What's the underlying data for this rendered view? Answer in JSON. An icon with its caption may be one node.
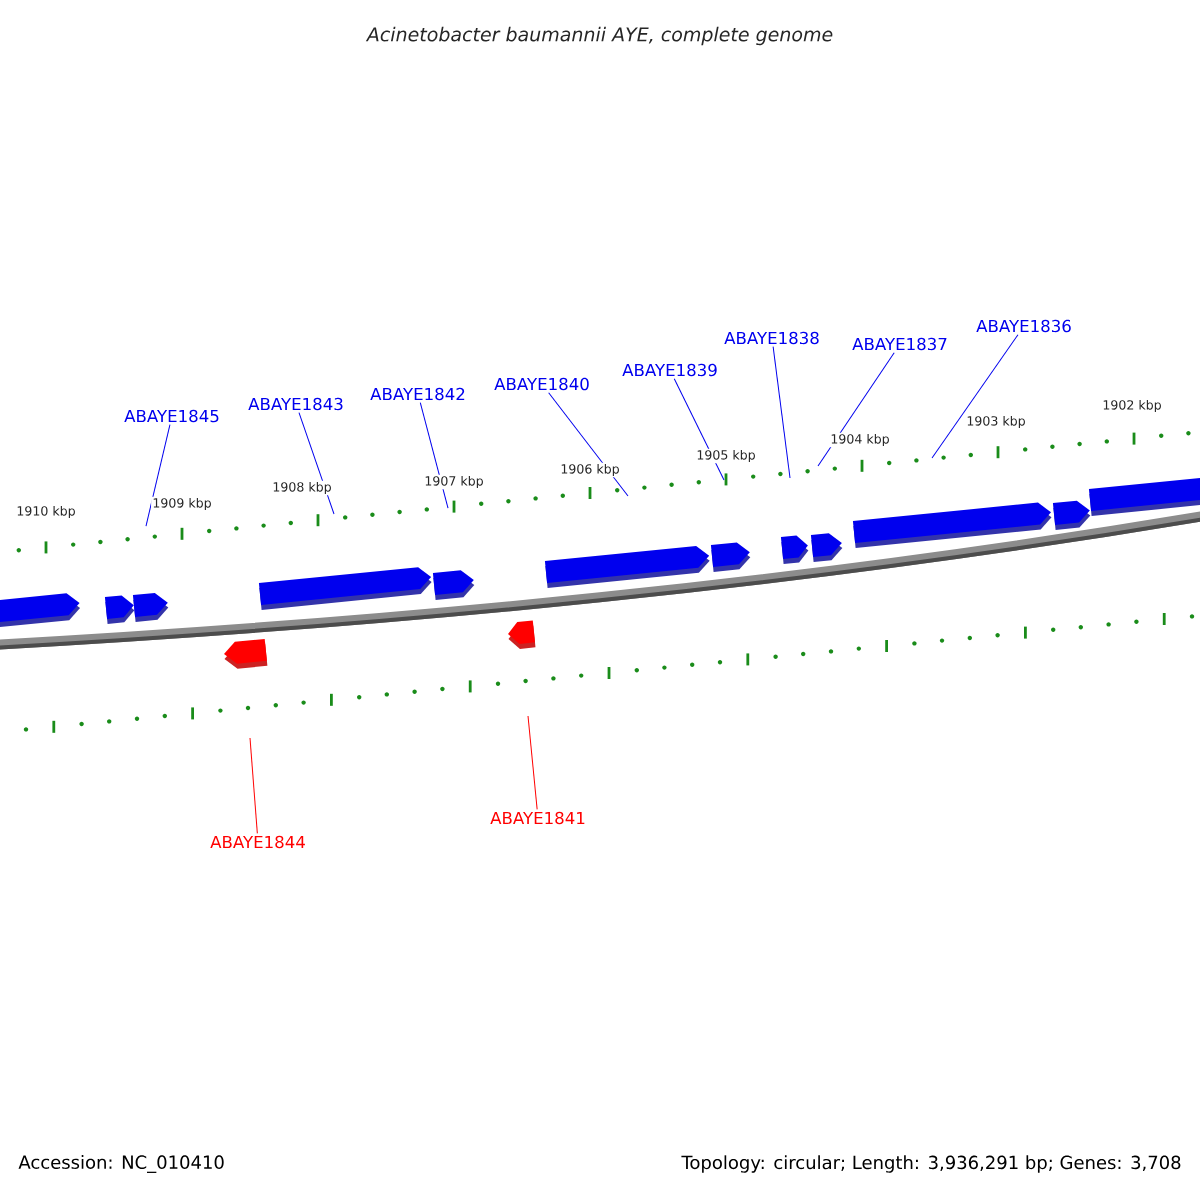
{
  "diagram": {
    "title": "Acinetobacter baumannii AYE, complete genome",
    "nodes": [
      {
        "text": [
          "ABAYE1845"
        ]
      },
      {
        "text": [
          "ABAYE1843"
        ]
      },
      {
        "text": [
          "ABAYE1842"
        ]
      },
      {
        "text": [
          "ABAYE1840"
        ]
      },
      {
        "text": [
          "ABAYE1839"
        ]
      },
      {
        "text": [
          "ABAYE1838"
        ]
      },
      {
        "text": [
          "ABAYE1837"
        ]
      },
      {
        "text": [
          "ABAYE1836"
        ]
      },
      {
        "text": [
          "ABAYE1844"
        ]
      },
      {
        "text": [
          "ABAYE1841"
        ]
      }
    ],
    "edges": [
      {
        "from": 0,
        "to": null,
        "arrow": "none"
      },
      {
        "from": 1,
        "to": null,
        "arrow": "none"
      },
      {
        "from": 2,
        "to": null,
        "arrow": "none"
      },
      {
        "from": 3,
        "to": null,
        "arrow": "none"
      },
      {
        "from": 4,
        "to": null,
        "arrow": "none"
      },
      {
        "from": 5,
        "to": null,
        "arrow": "none"
      },
      {
        "from": 6,
        "to": null,
        "arrow": "none"
      },
      {
        "from": 7,
        "to": null,
        "arrow": "none"
      },
      {
        "from": 8,
        "to": null,
        "arrow": "none",
        "color": "#ff0000"
      },
      {
        "from": 9,
        "to": null,
        "arrow": "none",
        "color": "#ff0000"
      }
    ],
    "labels": [
      "1910 kbp",
      "1909 kbp",
      "1908 kbp",
      "1907 kbp",
      "1906 kbp",
      "1905 kbp",
      "1904 kbp",
      "1903 kbp",
      "1902 kbp",
      "Accession: NC_010410",
      "Topology: circular; Length: 3,936,291 bp; Genes: 3,708"
    ]
  }
}
